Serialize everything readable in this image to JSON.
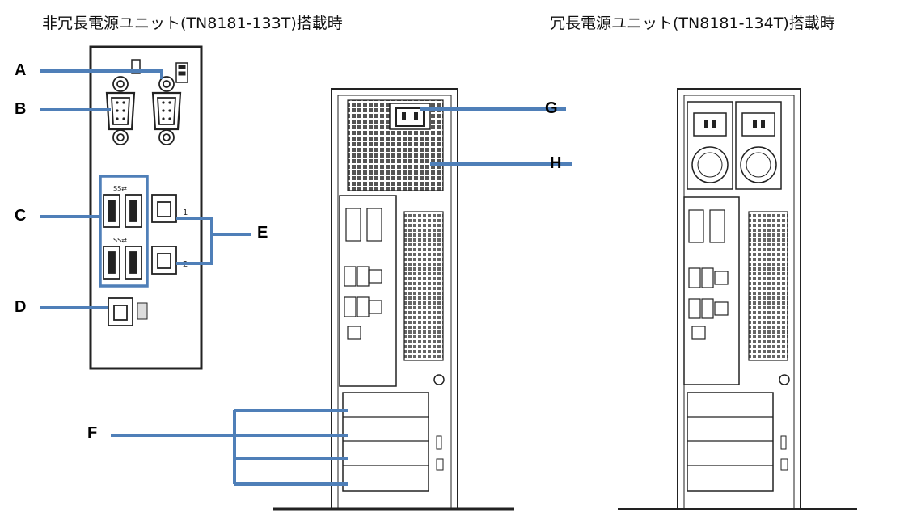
{
  "captions": {
    "left": "非冗長電源ユニット(TN8181-133T)搭載時",
    "right": "冗長電源ユニット(TN8181-134T)搭載時"
  },
  "callouts": {
    "a": "A",
    "b": "B",
    "c": "C",
    "d": "D",
    "e": "E",
    "f": "F",
    "g": "G",
    "h": "H"
  },
  "port_marks": {
    "lan1": "1",
    "lan2": "2"
  },
  "colors": {
    "leader_line": "#4f7fb8",
    "drawing_line": "#222222"
  }
}
